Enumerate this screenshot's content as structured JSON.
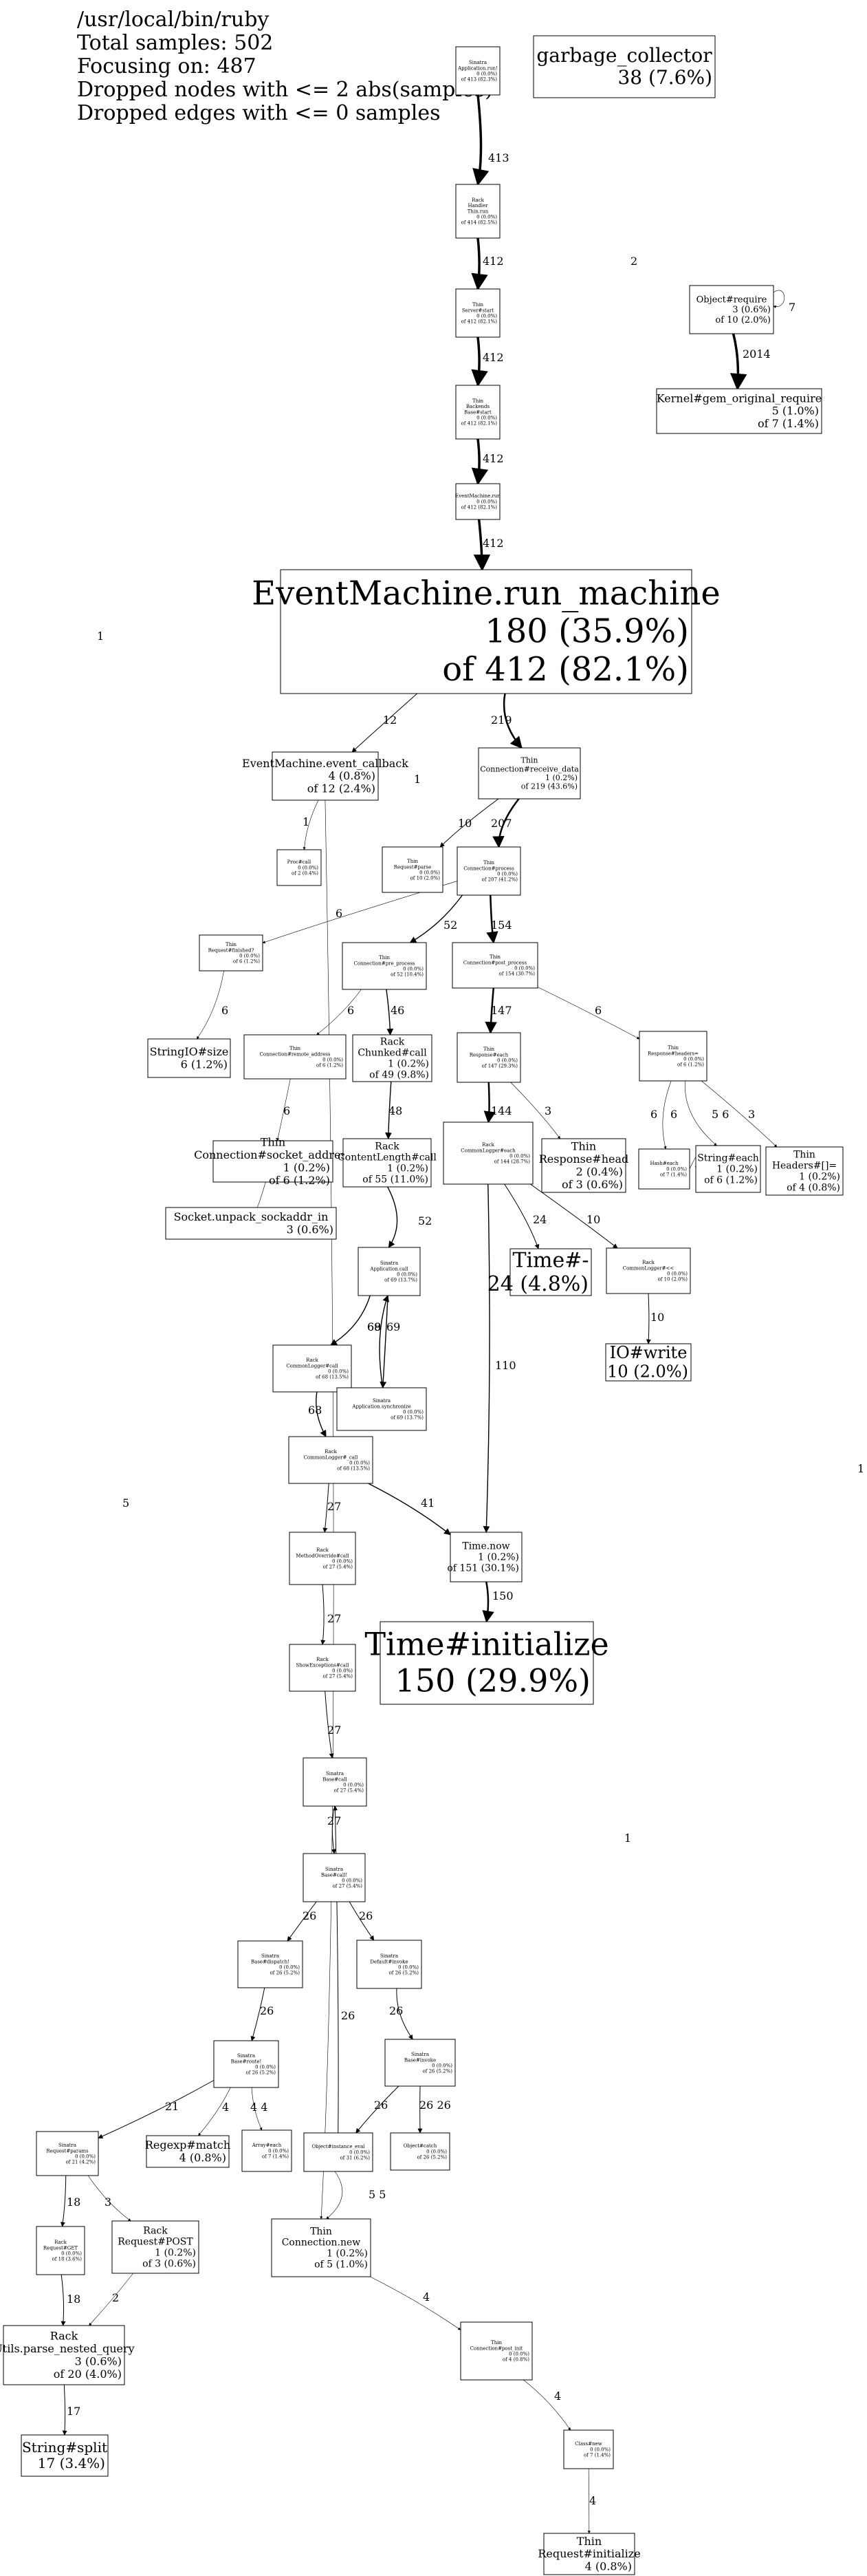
{
  "header": {
    "binary": "/usr/local/bin/ruby",
    "total_samples": "Total samples: 502",
    "focusing": "Focusing on: 487",
    "dropped_nodes": "Dropped nodes with <= 2 abs(samples)",
    "dropped_edges": "Dropped edges with <= 0 samples"
  },
  "nodes": [
    {
      "id": "app_run",
      "lines": [
        "Sinatra",
        "Application.run!",
        "0 (0.0%)",
        "of 413 (82.3%)"
      ]
    },
    {
      "id": "handler_thin_run",
      "lines": [
        "Rack",
        "Handler",
        "Thin.run",
        "0 (0.0%)",
        "of 414 (82.5%)"
      ]
    },
    {
      "id": "server_start",
      "lines": [
        "Thin",
        "Server#start",
        "0 (0.0%)",
        "of 412 (82.1%)"
      ]
    },
    {
      "id": "backends_start",
      "lines": [
        "Thin",
        "Backends",
        "Base#start",
        "0 (0.0%)",
        "of 412 (82.1%)"
      ]
    },
    {
      "id": "em_run",
      "lines": [
        "EventMachine.run",
        "0 (0.0%)",
        "of 412 (82.1%)"
      ]
    },
    {
      "id": "em_run_machine",
      "lines": [
        "EventMachine.run_machine",
        "180 (35.9%)",
        "of 412 (82.1%)"
      ]
    },
    {
      "id": "gc",
      "lines": [
        "garbage_collector",
        "38 (7.6%)"
      ]
    },
    {
      "id": "obj_require",
      "lines": [
        "Object#require",
        "3 (0.6%)",
        "of 10 (2.0%)"
      ]
    },
    {
      "id": "kernel_require",
      "lines": [
        "Kernel#gem_original_require",
        "5 (1.0%)",
        "of 7 (1.4%)"
      ]
    },
    {
      "id": "em_event_callback",
      "lines": [
        "EventMachine.event_callback",
        "4 (0.8%)",
        "of 12 (2.4%)"
      ]
    },
    {
      "id": "conn_receive_data",
      "lines": [
        "Thin",
        "Connection#receive_data",
        "1 (0.2%)",
        "of 219 (43.6%)"
      ]
    },
    {
      "id": "proc_call",
      "lines": [
        "Proc#call",
        "0 (0.0%)",
        "of 2 (0.4%)"
      ]
    },
    {
      "id": "request_parse",
      "lines": [
        "Thin",
        "Request#parse",
        "0 (0.0%)",
        "of 10 (2.0%)"
      ]
    },
    {
      "id": "conn_process",
      "lines": [
        "Thin",
        "Connection#process",
        "0 (0.0%)",
        "of 207 (41.2%)"
      ]
    },
    {
      "id": "request_finished",
      "lines": [
        "Thin",
        "Request#finished?",
        "0 (0.0%)",
        "of 6 (1.2%)"
      ]
    },
    {
      "id": "conn_pre_process",
      "lines": [
        "Thin",
        "Connection#pre_process",
        "0 (0.0%)",
        "of 52 (10.4%)"
      ]
    },
    {
      "id": "conn_post_process",
      "lines": [
        "Thin",
        "Connection#post_process",
        "0 (0.0%)",
        "of 154 (30.7%)"
      ]
    },
    {
      "id": "stringio_size",
      "lines": [
        "StringIO#size",
        "6 (1.2%)"
      ]
    },
    {
      "id": "conn_remote_address",
      "lines": [
        "Thin",
        "Connection#remote_address",
        "0 (0.0%)",
        "of 6 (1.2%)"
      ]
    },
    {
      "id": "chunked_call",
      "lines": [
        "Rack",
        "Chunked#call",
        "1 (0.2%)",
        "of 49 (9.8%)"
      ]
    },
    {
      "id": "response_each",
      "lines": [
        "Thin",
        "Response#each",
        "0 (0.0%)",
        "of 147 (29.3%)"
      ]
    },
    {
      "id": "response_headers",
      "lines": [
        "Thin",
        "Response#headers=",
        "0 (0.0%)",
        "of 6 (1.2%)"
      ]
    },
    {
      "id": "conn_socket_address",
      "lines": [
        "Thin",
        "Connection#socket_address",
        "1 (0.2%)",
        "of 6 (1.2%)"
      ]
    },
    {
      "id": "contentlength_call",
      "lines": [
        "Rack",
        "ContentLength#call",
        "1 (0.2%)",
        "of 55 (11.0%)"
      ]
    },
    {
      "id": "commonlogger_each",
      "lines": [
        "Rack",
        "CommonLogger#each",
        "0 (0.0%)",
        "of 144 (28.7%)"
      ]
    },
    {
      "id": "response_head",
      "lines": [
        "Thin",
        "Response#head",
        "2 (0.4%)",
        "of 3 (0.6%)"
      ]
    },
    {
      "id": "hash_each",
      "lines": [
        "Hash#each",
        "0 (0.0%)",
        "of 7 (1.4%)"
      ]
    },
    {
      "id": "string_each",
      "lines": [
        "String#each",
        "1 (0.2%)",
        "of 6 (1.2%)"
      ]
    },
    {
      "id": "headers_set",
      "lines": [
        "Thin",
        "Headers#[]=",
        "1 (0.2%)",
        "of 4 (0.8%)"
      ]
    },
    {
      "id": "socket_unpack",
      "lines": [
        "Socket.unpack_sockaddr_in",
        "3 (0.6%)"
      ]
    },
    {
      "id": "sinatra_app_call",
      "lines": [
        "Sinatra",
        "Application.call",
        "0 (0.0%)",
        "of 69 (13.7%)"
      ]
    },
    {
      "id": "time_minus",
      "lines": [
        "Time#-",
        "24 (4.8%)"
      ]
    },
    {
      "id": "commonlogger_lt",
      "lines": [
        "Rack",
        "CommonLogger#<<",
        "0 (0.0%)",
        "of 10 (2.0%)"
      ]
    },
    {
      "id": "io_write",
      "lines": [
        "IO#write",
        "10 (2.0%)"
      ]
    },
    {
      "id": "commonlogger_call",
      "lines": [
        "Rack",
        "CommonLogger#call",
        "0 (0.0%)",
        "of 68 (13.5%)"
      ]
    },
    {
      "id": "app_synchronize",
      "lines": [
        "Sinatra",
        "Application.synchronize",
        "0 (0.0%)",
        "of 69 (13.7%)"
      ]
    },
    {
      "id": "commonlogger_call2",
      "lines": [
        "Rack",
        "CommonLogger#_call",
        "0 (0.0%)",
        "of 68 (13.5%)"
      ]
    },
    {
      "id": "methodoverride_call",
      "lines": [
        "Rack",
        "MethodOverride#call",
        "0 (0.0%)",
        "of 27 (5.4%)"
      ]
    },
    {
      "id": "time_now",
      "lines": [
        "Time.now",
        "1 (0.2%)",
        "of 151 (30.1%)"
      ]
    },
    {
      "id": "showexceptions_call",
      "lines": [
        "Rack",
        "ShowExceptions#call",
        "0 (0.0%)",
        "of 27 (5.4%)"
      ]
    },
    {
      "id": "time_initialize",
      "lines": [
        "Time#initialize",
        "150 (29.9%)"
      ]
    },
    {
      "id": "base_call",
      "lines": [
        "Sinatra",
        "Base#call",
        "0 (0.0%)",
        "of 27 (5.4%)"
      ]
    },
    {
      "id": "base_call2",
      "lines": [
        "Sinatra",
        "Base#call!",
        "0 (0.0%)",
        "of 27 (5.4%)"
      ]
    },
    {
      "id": "base_dispatch",
      "lines": [
        "Sinatra",
        "Base#dispatch!",
        "0 (0.0%)",
        "of 26 (5.2%)"
      ]
    },
    {
      "id": "default_invoke",
      "lines": [
        "Sinatra",
        "Default#invoke",
        "0 (0.0%)",
        "of 26 (5.2%)"
      ]
    },
    {
      "id": "base_route",
      "lines": [
        "Sinatra",
        "Base#route!",
        "0 (0.0%)",
        "of 26 (5.2%)"
      ]
    },
    {
      "id": "base_invoke",
      "lines": [
        "Sinatra",
        "Base#invoke",
        "0 (0.0%)",
        "of 26 (5.2%)"
      ]
    },
    {
      "id": "regexp_match",
      "lines": [
        "Regexp#match",
        "4 (0.8%)"
      ]
    },
    {
      "id": "array_each",
      "lines": [
        "Array#each",
        "0 (0.0%)",
        "of 7 (1.4%)"
      ]
    },
    {
      "id": "obj_instance_eval",
      "lines": [
        "Object#instance_eval",
        "0 (0.0%)",
        "of 31 (6.2%)"
      ]
    },
    {
      "id": "obj_catch",
      "lines": [
        "Object#catch",
        "0 (0.0%)",
        "of 26 (5.2%)"
      ]
    },
    {
      "id": "request_params",
      "lines": [
        "Sinatra",
        "Request#params",
        "0 (0.0%)",
        "of 21 (4.2%)"
      ]
    },
    {
      "id": "rack_request_get",
      "lines": [
        "Rack",
        "Request#GET",
        "0 (0.0%)",
        "of 18 (3.6%)"
      ]
    },
    {
      "id": "rack_request_post",
      "lines": [
        "Rack",
        "Request#POST",
        "1 (0.2%)",
        "of 3 (0.6%)"
      ]
    },
    {
      "id": "conn_new",
      "lines": [
        "Thin",
        "Connection.new",
        "1 (0.2%)",
        "of 5 (1.0%)"
      ]
    },
    {
      "id": "conn_post_init",
      "lines": [
        "Thin",
        "Connection#post_init",
        "0 (0.0%)",
        "of 4 (0.8%)"
      ]
    },
    {
      "id": "utils_parse",
      "lines": [
        "Rack",
        "Utils.parse_nested_query",
        "3 (0.6%)",
        "of 20 (4.0%)"
      ]
    },
    {
      "id": "class_new",
      "lines": [
        "Class#new",
        "0 (0.0%)",
        "of 7 (1.4%)"
      ]
    },
    {
      "id": "string_split",
      "lines": [
        "String#split",
        "17 (3.4%)"
      ]
    },
    {
      "id": "request_initialize",
      "lines": [
        "Thin",
        "Request#initialize",
        "4 (0.8%)"
      ]
    }
  ],
  "edges": [
    {
      "from": "app_run",
      "to": "handler_thin_run",
      "label": "413"
    },
    {
      "from": "handler_thin_run",
      "to": "server_start",
      "label": "412"
    },
    {
      "from": "server_start",
      "to": "backends_start",
      "label": "412"
    },
    {
      "from": "backends_start",
      "to": "em_run",
      "label": "412"
    },
    {
      "from": "em_run",
      "to": "em_run_machine",
      "label": "412"
    },
    {
      "from": "em_run_machine",
      "to": "em_event_callback",
      "label": "12"
    },
    {
      "from": "em_run_machine",
      "to": "conn_receive_data",
      "label": "219"
    },
    {
      "from": "obj_require",
      "to": "kernel_require",
      "label": "2014"
    },
    {
      "from": "obj_require",
      "to": "obj_require",
      "label": "7"
    },
    {
      "from": "em_event_callback",
      "to": "proc_call",
      "label": "1"
    },
    {
      "from": "em_event_callback",
      "to": "conn_new",
      "label": "5"
    },
    {
      "from": "conn_receive_data",
      "to": "request_parse",
      "label": "10"
    },
    {
      "from": "conn_receive_data",
      "to": "conn_process",
      "label": "207"
    },
    {
      "from": "conn_process",
      "to": "request_finished",
      "label": "6"
    },
    {
      "from": "conn_process",
      "to": "conn_pre_process",
      "label": "52"
    },
    {
      "from": "conn_process",
      "to": "conn_post_process",
      "label": "154"
    },
    {
      "from": "request_finished",
      "to": "stringio_size",
      "label": "6"
    },
    {
      "from": "conn_pre_process",
      "to": "conn_remote_address",
      "label": "6"
    },
    {
      "from": "conn_pre_process",
      "to": "chunked_call",
      "label": "46"
    },
    {
      "from": "conn_post_process",
      "to": "response_each",
      "label": "147"
    },
    {
      "from": "conn_post_process",
      "to": "response_headers",
      "label": "6"
    },
    {
      "from": "conn_remote_address",
      "to": "conn_socket_address",
      "label": "6"
    },
    {
      "from": "chunked_call",
      "to": "contentlength_call",
      "label": "48"
    },
    {
      "from": "response_each",
      "to": "commonlogger_each",
      "label": "144"
    },
    {
      "from": "response_each",
      "to": "response_head",
      "label": "3"
    },
    {
      "from": "response_headers",
      "to": "hash_each",
      "label": "6"
    },
    {
      "from": "response_headers",
      "to": "string_each",
      "label": "6"
    },
    {
      "from": "response_headers",
      "to": "headers_set",
      "label": "3"
    },
    {
      "from": "hash_each",
      "to": "string_each",
      "label": "5 6"
    },
    {
      "from": "conn_socket_address",
      "to": "socket_unpack",
      "label": "3"
    },
    {
      "from": "contentlength_call",
      "to": "sinatra_app_call",
      "label": "52"
    },
    {
      "from": "commonlogger_each",
      "to": "time_minus",
      "label": "24"
    },
    {
      "from": "commonlogger_each",
      "to": "commonlogger_lt",
      "label": "10"
    },
    {
      "from": "commonlogger_each",
      "to": "time_now",
      "label": "110"
    },
    {
      "from": "commonlogger_lt",
      "to": "io_write",
      "label": "10"
    },
    {
      "from": "sinatra_app_call",
      "to": "commonlogger_call",
      "label": "68"
    },
    {
      "from": "sinatra_app_call",
      "to": "app_synchronize",
      "label": "69"
    },
    {
      "from": "app_synchronize",
      "to": "sinatra_app_call",
      "label": "69"
    },
    {
      "from": "commonlogger_call",
      "to": "commonlogger_call2",
      "label": "68"
    },
    {
      "from": "commonlogger_call2",
      "to": "methodoverride_call",
      "label": "27"
    },
    {
      "from": "commonlogger_call2",
      "to": "time_now",
      "label": "41"
    },
    {
      "from": "time_now",
      "to": "time_initialize",
      "label": "150"
    },
    {
      "from": "methodoverride_call",
      "to": "showexceptions_call",
      "label": "27"
    },
    {
      "from": "showexceptions_call",
      "to": "base_call",
      "label": "27"
    },
    {
      "from": "base_call",
      "to": "base_call2",
      "label": "27"
    },
    {
      "from": "base_call2",
      "to": "base_dispatch",
      "label": "26"
    },
    {
      "from": "base_call2",
      "to": "default_invoke",
      "label": "26"
    },
    {
      "from": "base_dispatch",
      "to": "base_route",
      "label": "26"
    },
    {
      "from": "default_invoke",
      "to": "base_invoke",
      "label": "26"
    },
    {
      "from": "base_route",
      "to": "request_params",
      "label": "21"
    },
    {
      "from": "base_route",
      "to": "regexp_match",
      "label": "4"
    },
    {
      "from": "base_route",
      "to": "array_each",
      "label": "4 4"
    },
    {
      "from": "base_invoke",
      "to": "obj_instance_eval",
      "label": "26"
    },
    {
      "from": "base_invoke",
      "to": "obj_catch",
      "label": "26 26"
    },
    {
      "from": "obj_instance_eval",
      "to": "base_call",
      "label": "26"
    },
    {
      "from": "obj_instance_eval",
      "to": "conn_new",
      "label": "5 5"
    },
    {
      "from": "request_params",
      "to": "rack_request_get",
      "label": "18"
    },
    {
      "from": "request_params",
      "to": "rack_request_post",
      "label": "3"
    },
    {
      "from": "rack_request_get",
      "to": "utils_parse",
      "label": "18"
    },
    {
      "from": "rack_request_post",
      "to": "utils_parse",
      "label": "2"
    },
    {
      "from": "utils_parse",
      "to": "string_split",
      "label": "17"
    },
    {
      "from": "conn_new",
      "to": "conn_post_init",
      "label": "4"
    },
    {
      "from": "conn_post_init",
      "to": "class_new",
      "label": "4"
    },
    {
      "from": "class_new",
      "to": "request_initialize",
      "label": "4"
    }
  ],
  "free_labels": [
    "2",
    "1",
    "1",
    "1",
    "5",
    "1"
  ],
  "colors": {
    "node_border": "#000000",
    "edge": "#000000",
    "background": "#ffffff"
  }
}
